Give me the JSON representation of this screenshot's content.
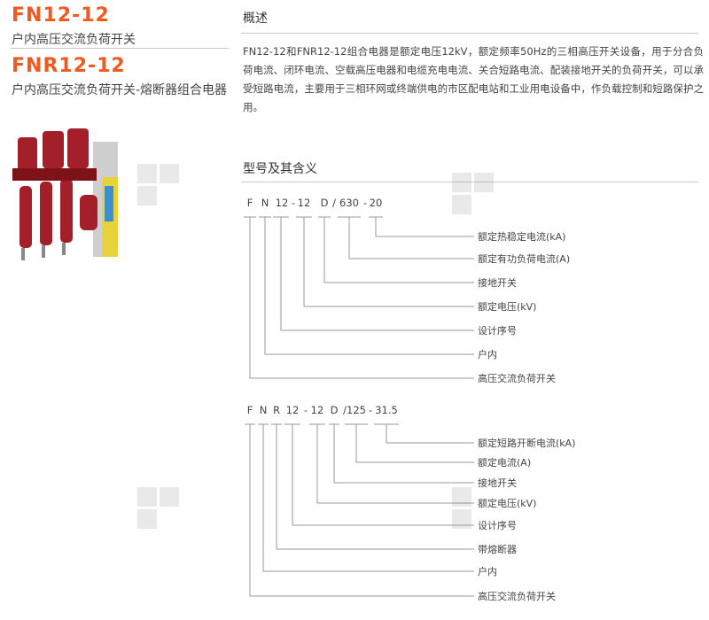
{
  "header": {
    "model1": "FN12-12",
    "model1_desc": "户内高压交流负荷开关",
    "model2": "FNR12-12",
    "model2_desc": "户内高压交流负荷开关-熔断器组合电器"
  },
  "overview": {
    "title": "概述",
    "text": "FN12-12和FNR12-12组合电器是额定电压12kV，额定频率50Hz的三相高压开关设备，用于分合负荷电流、闭环电流、空载高压电器和电缆充电电流、关合短路电流、配装接地开关的负荷开关，可以承受短路电流，主要用于三相环网或终端供电的市区配电站和工业用电设备中，作负载控制和短路保护之用。"
  },
  "model_meaning": {
    "title": "型号及其含义",
    "diagram1": {
      "codes": [
        "F",
        "N",
        "12",
        "-",
        "12",
        "D",
        "/",
        "630",
        "-",
        "20"
      ],
      "labels": [
        "额定热稳定电流(kA)",
        "额定有功负荷电流(A)",
        "接地开关",
        "额定电压(kV)",
        "设计序号",
        "户内",
        "高压交流负荷开关"
      ]
    },
    "diagram2": {
      "codes": [
        "F",
        "N",
        "R",
        "12",
        "-",
        "12",
        "D",
        "/",
        "125",
        "-",
        "31.5"
      ],
      "labels": [
        "额定短路开断电流(kA)",
        "额定电流(A)",
        "接地开关",
        "额定电压(kV)",
        "设计序号",
        "带熔断器",
        "户内",
        "高压交流负荷开关"
      ]
    }
  },
  "colors": {
    "accent": "#f05a1e",
    "line": "#999999"
  }
}
